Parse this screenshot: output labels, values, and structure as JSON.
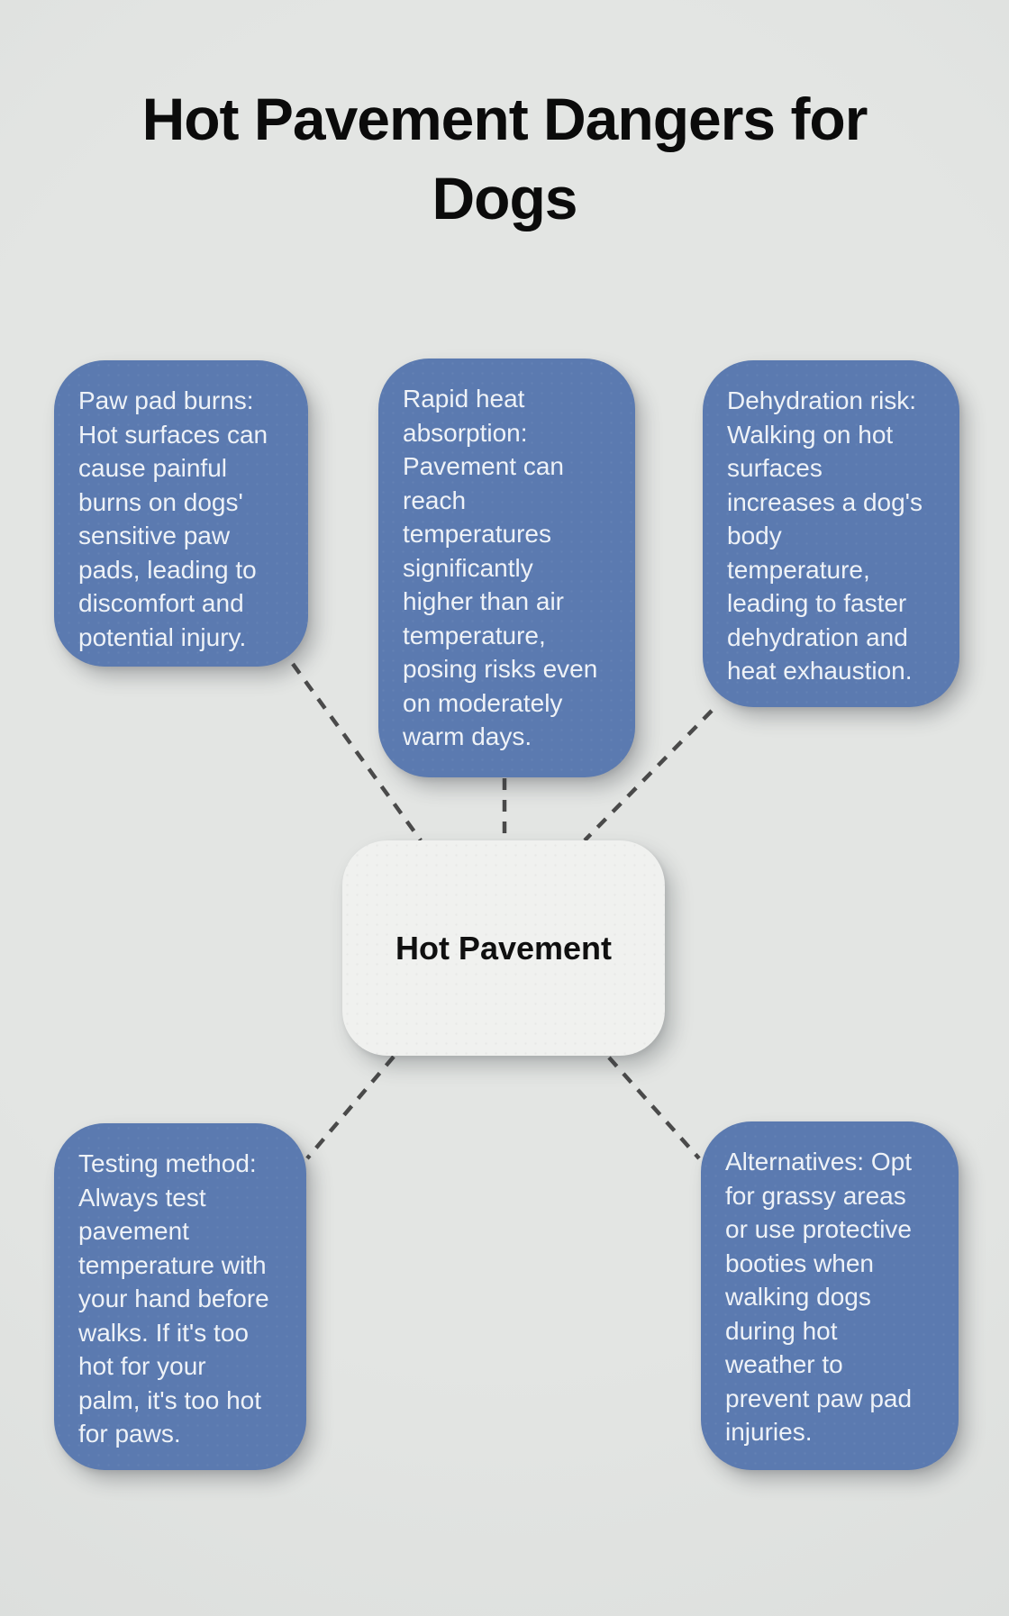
{
  "title": "Hot Pavement Dangers for Dogs",
  "center": {
    "id": "hot-pavement",
    "label": "Hot Pavement"
  },
  "nodes": [
    {
      "id": "paw-pad-burns",
      "text": "Paw pad burns: Hot surfaces can cause painful burns on dogs' sensitive paw pads, leading to discomfort and potential injury."
    },
    {
      "id": "rapid-heat-absorption",
      "text": "Rapid heat absorption: Pavement can reach temperatures significantly higher than air temperature, posing risks even on moderately warm days."
    },
    {
      "id": "dehydration-risk",
      "text": "Dehydration risk: Walking on hot surfaces increases a dog's body temperature, leading to faster dehydration and heat exhaustion."
    },
    {
      "id": "testing-method",
      "text": "Testing method: Always test pavement temperature with your hand before walks. If it's too hot for your palm, it's too hot for paws."
    },
    {
      "id": "alternatives",
      "text": "Alternatives: Opt for grassy areas or use protective booties when walking dogs during hot weather to prevent paw pad injuries."
    }
  ],
  "edges": [
    {
      "from": "hot-pavement",
      "to": "paw-pad-burns",
      "style": "dashed"
    },
    {
      "from": "hot-pavement",
      "to": "rapid-heat-absorption",
      "style": "dashed"
    },
    {
      "from": "hot-pavement",
      "to": "dehydration-risk",
      "style": "dashed"
    },
    {
      "from": "hot-pavement",
      "to": "testing-method",
      "style": "dashed"
    },
    {
      "from": "hot-pavement",
      "to": "alternatives",
      "style": "dashed"
    }
  ],
  "colors": {
    "background": "#dfe2e0",
    "node_fill": "#5b7ab0",
    "node_text": "#eef2f7",
    "center_fill": "#f0f1ef",
    "center_text": "#101010",
    "connector": "#4a4a4a",
    "title_text": "#0b0b0b"
  }
}
